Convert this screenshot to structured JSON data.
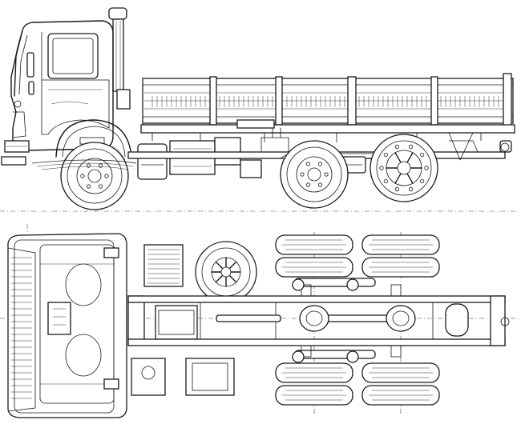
{
  "drawing": {
    "views": [
      {
        "name": "side-view"
      },
      {
        "name": "top-view"
      }
    ],
    "side_view": {
      "wheels": [
        {
          "name": "front-wheel"
        },
        {
          "name": "middle-rear-wheel"
        },
        {
          "name": "rear-wheel"
        }
      ],
      "cargo_bed_slats": 3
    },
    "top_view": {
      "tire_pairs": 4,
      "spare_wheel": true
    }
  }
}
